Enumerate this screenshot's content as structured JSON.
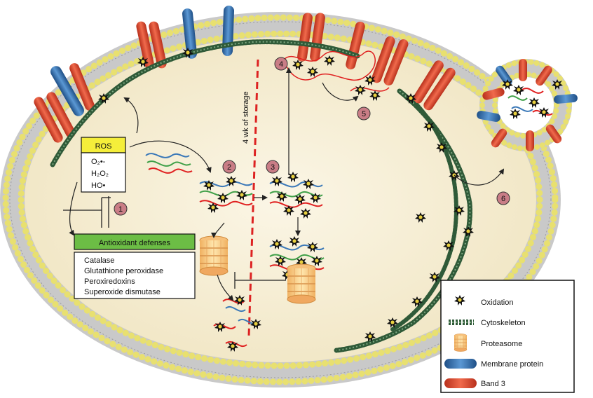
{
  "ros_box": {
    "title": "ROS",
    "species": [
      "O₂•-",
      "H₂O₂",
      "HO•"
    ]
  },
  "antioxidant_box": {
    "title": "Antioxidant defenses",
    "items": [
      "Catalase",
      "Glutathione peroxidase",
      "Peroxiredoxins",
      "Superoxide dismutase"
    ]
  },
  "storage_label": "4 wk of storage",
  "steps": [
    "1",
    "2",
    "3",
    "4",
    "5",
    "6"
  ],
  "legend": {
    "items": [
      {
        "label": "Oxidation",
        "icon": "oxidation-icon"
      },
      {
        "label": "Cytoskeleton",
        "icon": "cytoskeleton-icon"
      },
      {
        "label": "Proteasome",
        "icon": "proteasome-icon"
      },
      {
        "label": "Membrane protein",
        "icon": "membrane-protein-icon"
      },
      {
        "label": "Band 3",
        "icon": "band3-icon"
      }
    ]
  },
  "colors": {
    "membrane_head": "#e8e070",
    "cytoplasm": "#f7f0d8",
    "band3": "#e04a30",
    "membrane_protein": "#3a78b8",
    "cytoskeleton": "#2f5a38",
    "ros_header": "#f5ee3a",
    "antioxidant_header": "#6cbd45",
    "step_circle": "#c97d86",
    "storage_line": "#dd2222"
  }
}
